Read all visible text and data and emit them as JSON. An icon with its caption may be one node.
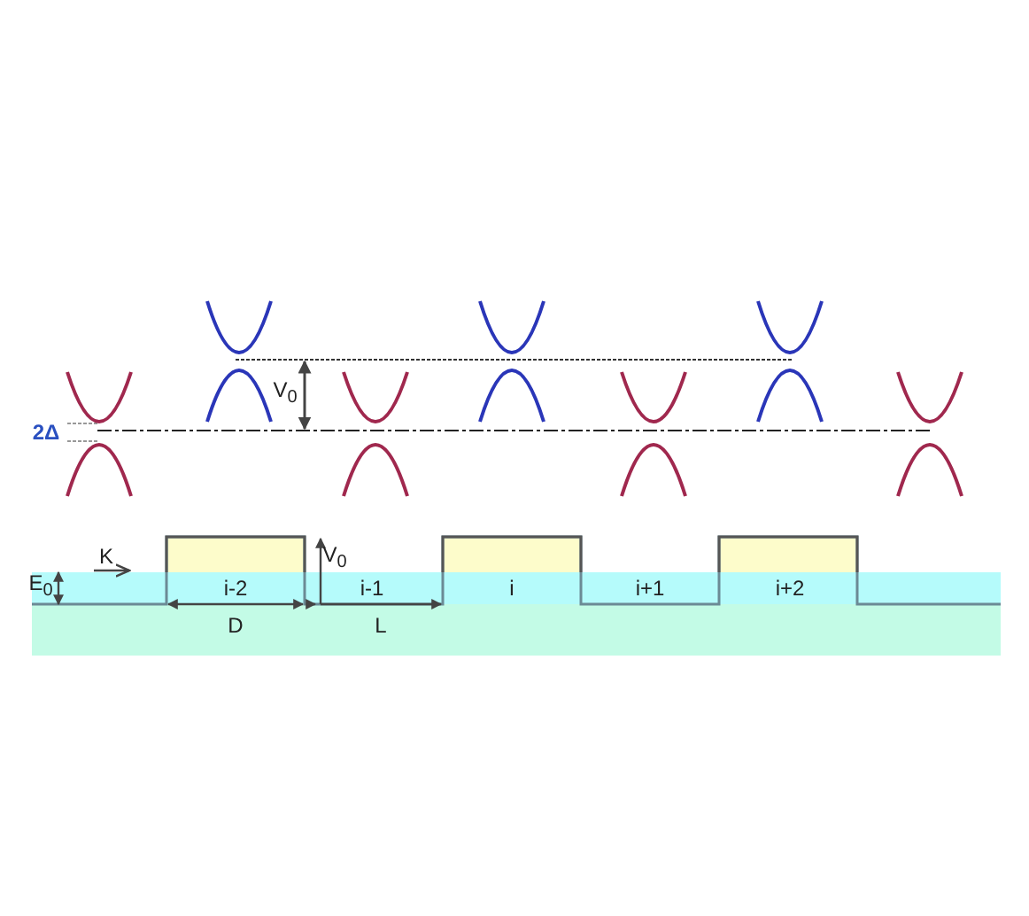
{
  "diagram": {
    "labels": [
      "V$_{0}$",
      "2Δ",
      "K",
      "V$_{0}$",
      "E$_{0}$",
      "i-2",
      "i-1",
      "i",
      "i+1",
      "i+2",
      "D",
      "L"
    ]
  }
}
